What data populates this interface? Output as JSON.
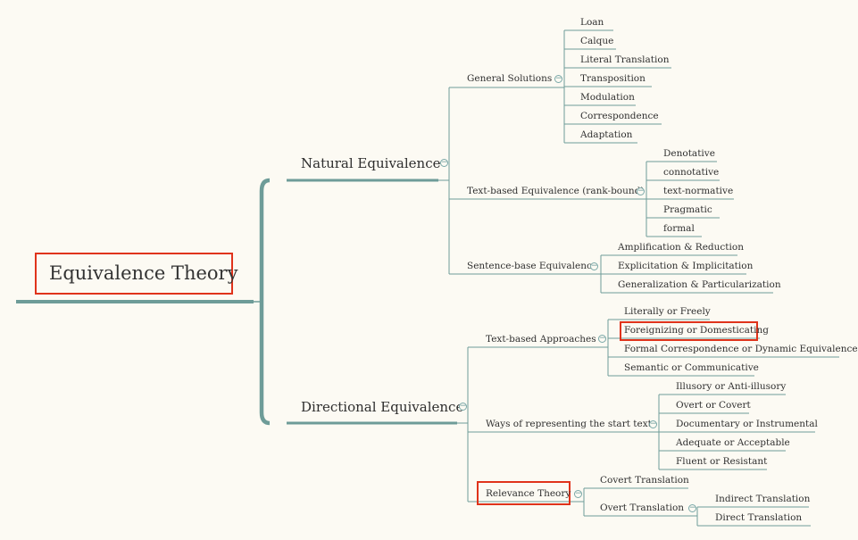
{
  "mindmap": {
    "root": "Equivalence Theory",
    "natural": {
      "label": "Natural Equivalence",
      "general": {
        "label": "General Solutions",
        "items": [
          "Loan",
          "Calque",
          "Literal Translation",
          "Transposition",
          "Modulation",
          "Correspondence",
          "Adaptation"
        ]
      },
      "textbased": {
        "label": "Text-based Equivalence (rank-bound)",
        "items": [
          "Denotative",
          "connotative",
          "text-normative",
          "Pragmatic",
          "formal"
        ]
      },
      "sentence": {
        "label": "Sentence-base Equivalence",
        "items": [
          "Amplification & Reduction",
          "Explicitation & Implicitation",
          "Generalization & Particularization"
        ]
      }
    },
    "directional": {
      "label": "Directional Equivalence",
      "approaches": {
        "label": "Text-based Approaches",
        "items": [
          "Literally or Freely",
          "Foreignizing or Domesticating",
          "Formal Correspondence or Dynamic Equivalence",
          "Semantic or Communicative"
        ]
      },
      "ways": {
        "label": "Ways of representing the start text",
        "items": [
          "Illusory or Anti-illusory",
          "Overt or Covert",
          "Documentary or Instrumental",
          "Adequate or Acceptable",
          "Fluent or Resistant"
        ]
      },
      "relevance": {
        "label": "Relevance Theory",
        "covert": "Covert Translation",
        "overt": {
          "label": "Overt Translation",
          "items": [
            "Indirect Translation",
            "Direct Translation"
          ]
        }
      }
    },
    "colors": {
      "branch": "#6e9c98",
      "highlight": "#e0331b",
      "background": "#fcfaf3"
    }
  }
}
